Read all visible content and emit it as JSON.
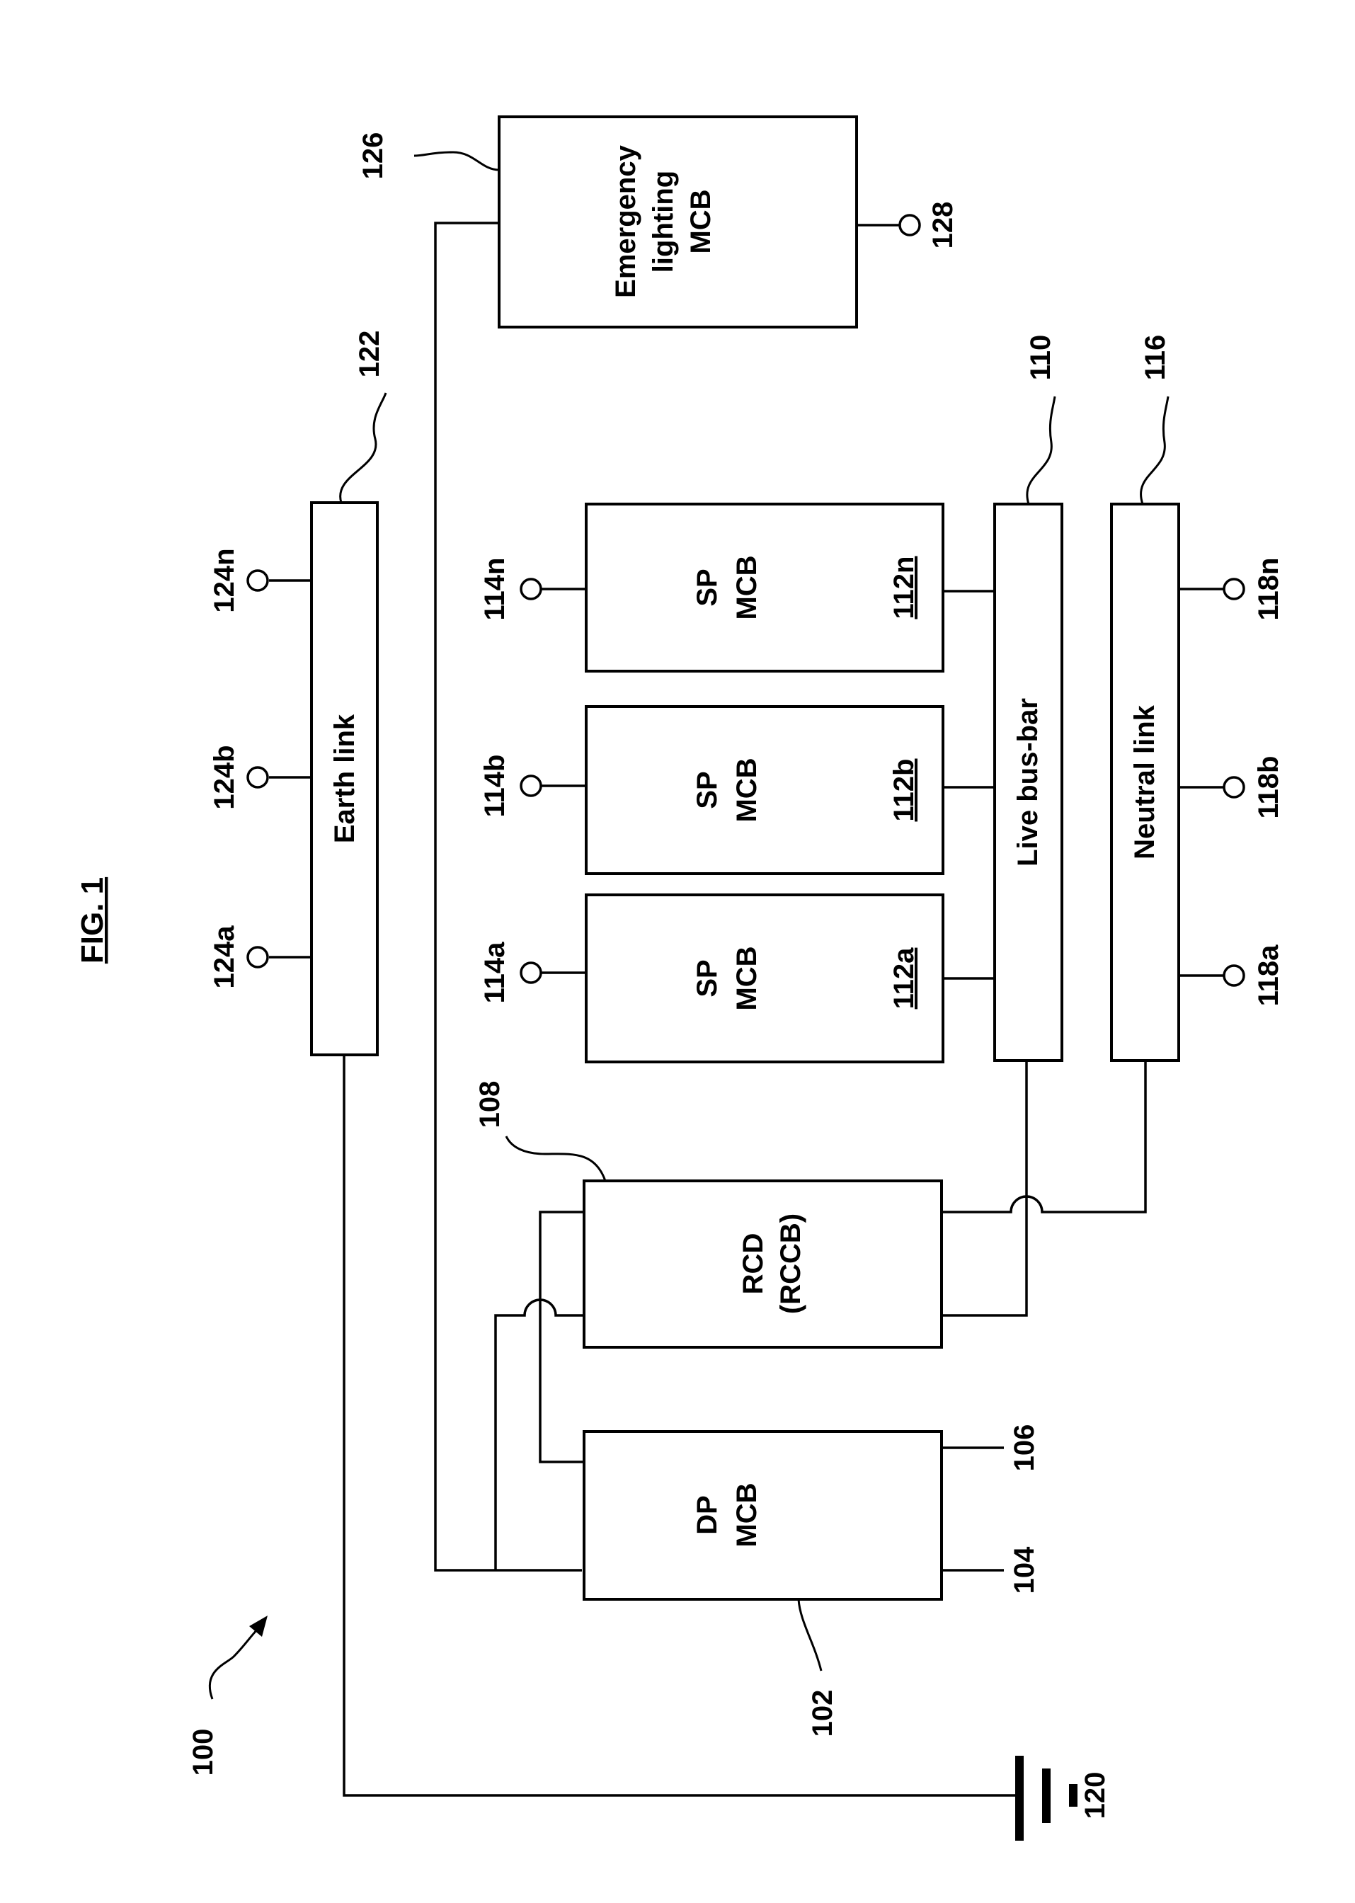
{
  "figure": {
    "title": "FIG. 1",
    "ref": "100"
  },
  "components": {
    "dp_mcb": {
      "line1": "DP",
      "line2": "MCB",
      "ref": "102",
      "terminal_a": "104",
      "terminal_b": "106"
    },
    "rcd": {
      "line1": "RCD",
      "line2": "(RCCB)",
      "ref": "108"
    },
    "sp_mcbs": [
      {
        "line1": "SP",
        "line2": "MCB",
        "id": "112a",
        "terminal": "114a"
      },
      {
        "line1": "SP",
        "line2": "MCB",
        "id": "112b",
        "terminal": "114b"
      },
      {
        "line1": "SP",
        "line2": "MCB",
        "id": "112n",
        "terminal": "114n"
      }
    ],
    "live_busbar": {
      "label": "Live bus-bar",
      "ref": "110"
    },
    "neutral_link": {
      "label": "Neutral link",
      "ref": "116",
      "terminals": [
        "118a",
        "118b",
        "118n"
      ]
    },
    "earth_link": {
      "label": "Earth link",
      "ref": "122",
      "terminals": [
        "124a",
        "124b",
        "124n"
      ]
    },
    "emergency_mcb": {
      "line1": "Emergency",
      "line2": "lighting",
      "line3": "MCB",
      "ref": "126",
      "terminal": "128"
    },
    "earth_ground": {
      "ref": "120"
    }
  }
}
